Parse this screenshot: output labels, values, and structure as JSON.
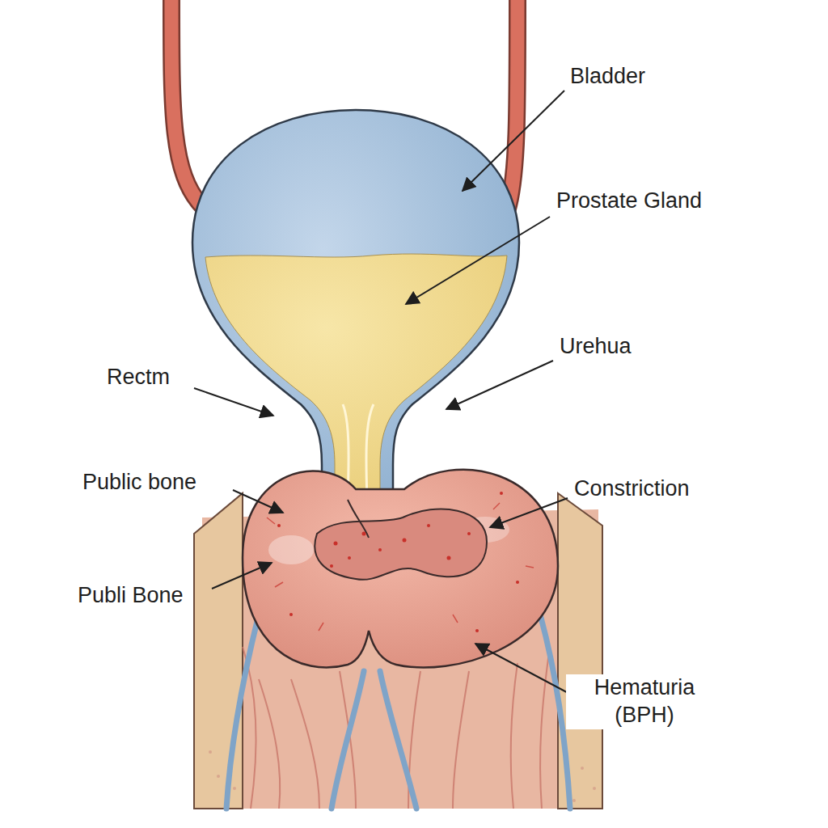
{
  "diagram": {
    "labels": [
      "Bladder",
      "Prostate Gland",
      "Urehua",
      "Rectm",
      "Public bone",
      "Publi Bone",
      "Constriction",
      "Hematuria (BPH)"
    ]
  }
}
